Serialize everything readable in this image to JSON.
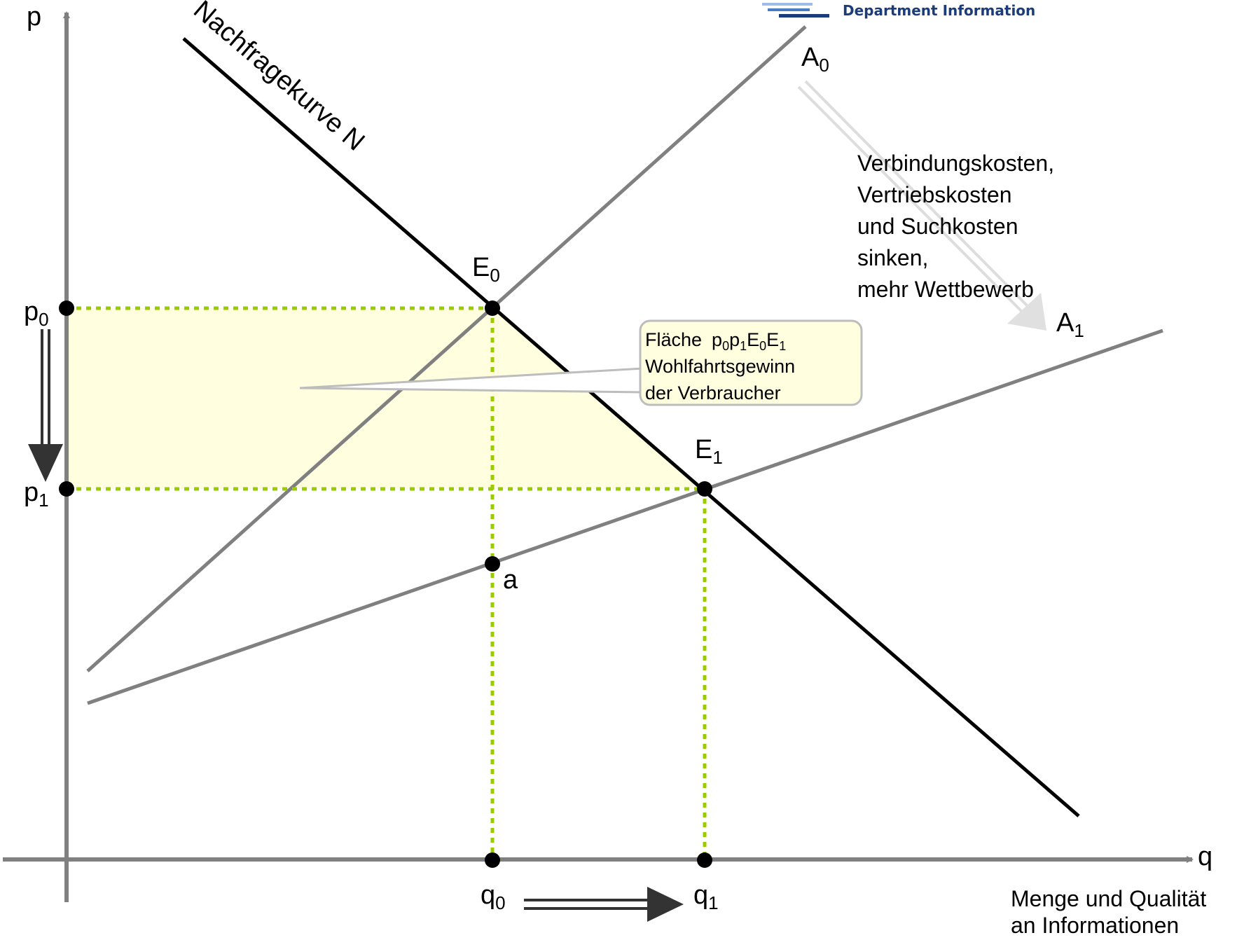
{
  "logo": {
    "text": "Department Information"
  },
  "axes": {
    "y_label": "p",
    "x_label": "q",
    "x_description": [
      "Menge und Qualität",
      "an Informationen"
    ]
  },
  "curves": {
    "demand_label": "Nachfragekurve N",
    "supply0": {
      "base": "A",
      "sub": "0"
    },
    "supply1": {
      "base": "A",
      "sub": "1"
    }
  },
  "points": {
    "E0": {
      "base": "E",
      "sub": "0"
    },
    "E1": {
      "base": "E",
      "sub": "1"
    },
    "a": "a",
    "p0": {
      "base": "p",
      "sub": "0"
    },
    "p1": {
      "base": "p",
      "sub": "1"
    },
    "q0": {
      "base": "q",
      "sub": "0"
    },
    "q1": {
      "base": "q",
      "sub": "1"
    }
  },
  "shift_note": [
    "Verbindungskosten,",
    "Vertriebskosten",
    "und Suchkosten",
    "sinken,",
    "mehr Wettbewerb"
  ],
  "callout": {
    "line1_prefix": "Fläche",
    "line1_terms": [
      {
        "base": "p",
        "sub": "0"
      },
      {
        "base": "p",
        "sub": "1"
      },
      {
        "base": "E",
        "sub": "0"
      },
      {
        "base": "E",
        "sub": "1"
      }
    ],
    "line2": "Wohlfahrtsgewinn",
    "line3": "der Verbraucher"
  },
  "colors": {
    "axis": "#808080",
    "demand": "#000000",
    "supply": "#808080",
    "guide": "#99cc00",
    "area_fill": "#ffffe0",
    "shift_arrow": "#e0e0e0"
  }
}
